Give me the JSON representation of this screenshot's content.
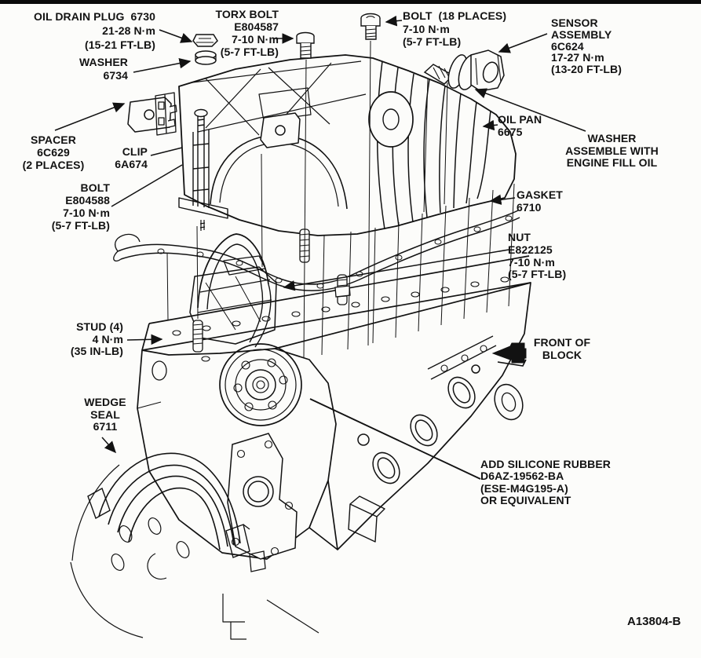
{
  "figure": {
    "code": "A13804-B",
    "kind": "exploded-parts-diagram",
    "subject": "Engine oil pan and block assembly"
  },
  "colors": {
    "ink": "#121212",
    "paper": "#fcfcfa",
    "topbar": "#0a0a0a"
  },
  "callouts": {
    "oil_drain_plug": {
      "lines": [
        "OIL DRAIN PLUG  6730",
        "21-28 N·m",
        "(15-21 FT-LB)"
      ]
    },
    "washer_6734": {
      "lines": [
        "WASHER",
        "6734"
      ]
    },
    "torx_bolt": {
      "lines": [
        "TORX BOLT",
        "E804587",
        "7-10 N·m",
        "(5-7 FT-LB)"
      ]
    },
    "bolt_18_places": {
      "lines": [
        "BOLT  (18 PLACES)",
        "7-10 N·m",
        "(5-7 FT-LB)"
      ]
    },
    "sensor_assembly": {
      "lines": [
        "SENSOR",
        "ASSEMBLY",
        "6C624",
        "17-27 N·m",
        "(13-20 FT-LB)"
      ]
    },
    "spacer": {
      "lines": [
        "SPACER",
        "6C629",
        "(2 PLACES)"
      ]
    },
    "clip": {
      "lines": [
        "CLIP",
        "6A674"
      ]
    },
    "bolt_e804588": {
      "lines": [
        "BOLT",
        "E804588",
        "7-10 N·m",
        "(5-7 FT-LB)"
      ]
    },
    "oil_pan": {
      "lines": [
        "OIL PAN",
        "6675"
      ]
    },
    "washer_fill_oil": {
      "lines": [
        "WASHER",
        "ASSEMBLE WITH",
        "ENGINE FILL OIL"
      ]
    },
    "gasket": {
      "lines": [
        "GASKET",
        "6710"
      ]
    },
    "nut": {
      "lines": [
        "NUT",
        "E822125",
        "7-10 N·m",
        "(5-7 FT-LB)"
      ]
    },
    "stud": {
      "lines": [
        "STUD (4)",
        "4 N·m",
        "(35 IN-LB)"
      ]
    },
    "front_of_block": {
      "lines": [
        "FRONT OF",
        "BLOCK"
      ]
    },
    "wedge_seal": {
      "lines": [
        "WEDGE",
        "SEAL",
        "6711"
      ]
    },
    "add_silicone": {
      "lines": [
        "ADD SILICONE RUBBER",
        "D6AZ-19562-BA",
        "(ESE-M4G195-A)",
        "OR EQUIVALENT"
      ]
    }
  }
}
